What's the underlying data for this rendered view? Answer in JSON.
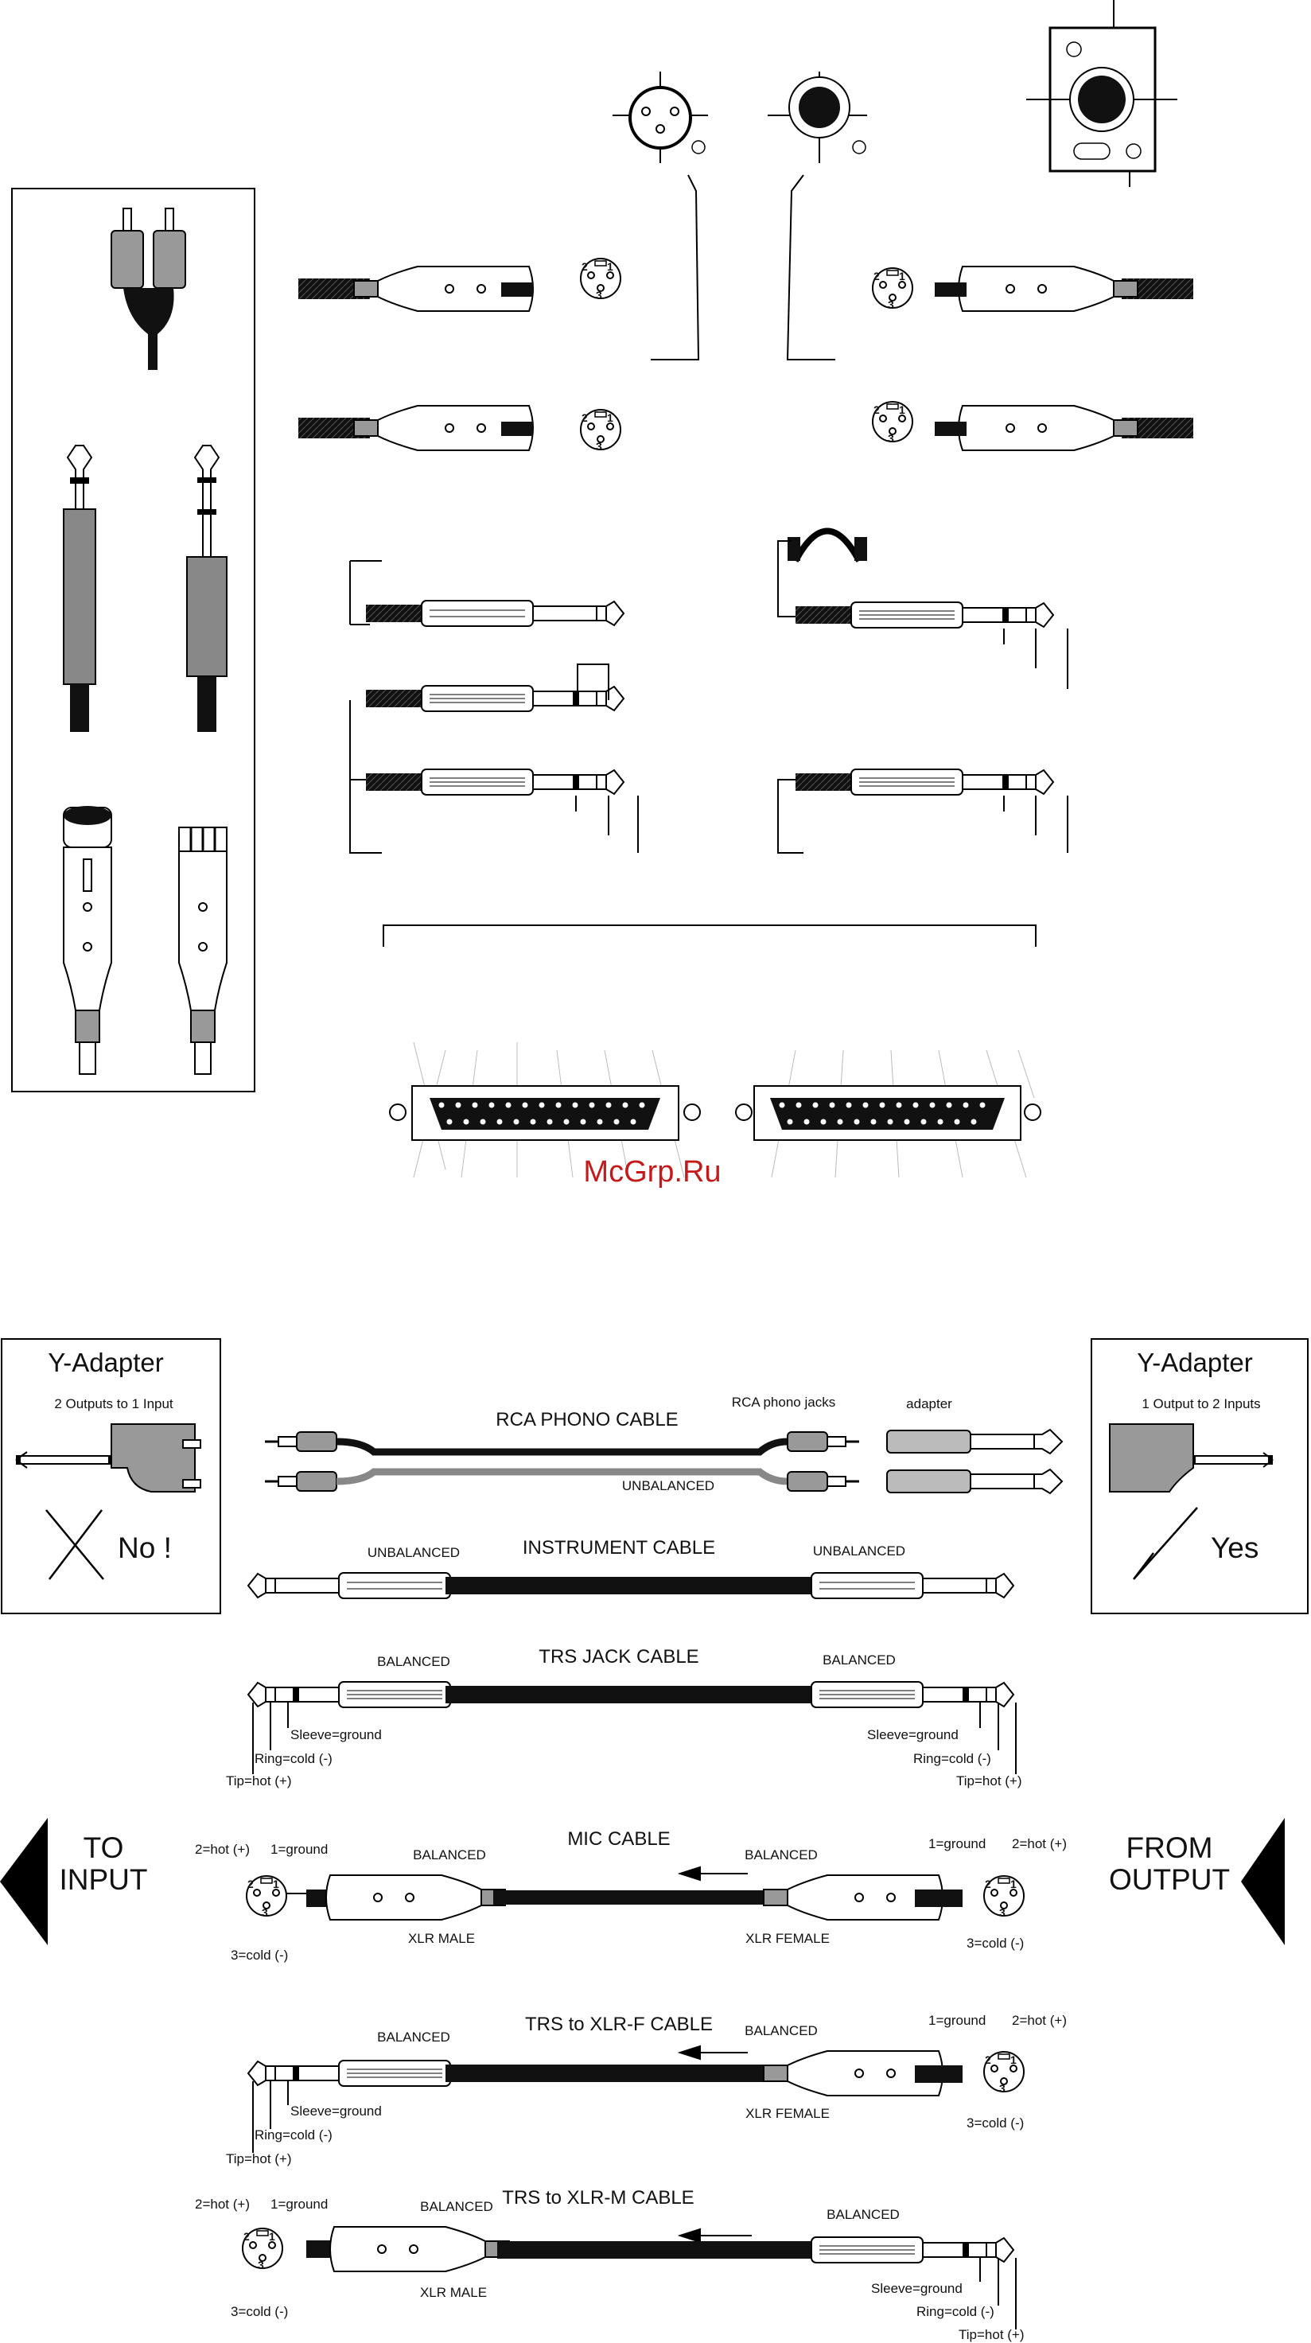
{
  "watermark": "McGrp.Ru",
  "y_left": {
    "title": "Y-Adapter",
    "subtitle": "2 Outputs to 1 Input",
    "verdict": "No !"
  },
  "y_right": {
    "title": "Y-Adapter",
    "subtitle": "1 Output to 2 Inputs",
    "verdict": "Yes"
  },
  "to_input": "TO\nINPUT",
  "from_output": "FROM\nOUTPUT",
  "rca": {
    "title": "RCA PHONO CABLE",
    "jacks": "RCA phono jacks",
    "adapter": "adapter",
    "type": "UNBALANCED"
  },
  "instrument": {
    "title": "INSTRUMENT CABLE",
    "left": "UNBALANCED",
    "right": "UNBALANCED"
  },
  "trs": {
    "title": "TRS JACK CABLE",
    "left": "BALANCED",
    "right": "BALANCED",
    "sleeve": "Sleeve=ground",
    "ring": "Ring=cold (-)",
    "tip": "Tip=hot (+)"
  },
  "mic": {
    "title": "MIC CABLE",
    "left": "BALANCED",
    "right": "BALANCED",
    "male": "XLR MALE",
    "female": "XLR FEMALE",
    "hot": "2=hot (+)",
    "ground": "1=ground",
    "cold": "3=cold (-)"
  },
  "trs_xlrf": {
    "title": "TRS to XLR-F CABLE",
    "left": "BALANCED",
    "right": "BALANCED",
    "female": "XLR FEMALE",
    "sleeve": "Sleeve=ground",
    "ring": "Ring=cold (-)",
    "tip": "Tip=hot (+)",
    "ground": "1=ground",
    "hot": "2=hot (+)",
    "cold": "3=cold (-)"
  },
  "trs_xlrm": {
    "title": "TRS to XLR-M CABLE",
    "left": "BALANCED",
    "right": "BALANCED",
    "male": "XLR MALE",
    "hot": "2=hot (+)",
    "ground": "1=ground",
    "cold": "3=cold (-)",
    "sleeve": "Sleeve=ground",
    "ring": "Ring=cold (-)",
    "tip": "Tip=hot (+)"
  },
  "pins": [
    "1",
    "2",
    "3"
  ]
}
